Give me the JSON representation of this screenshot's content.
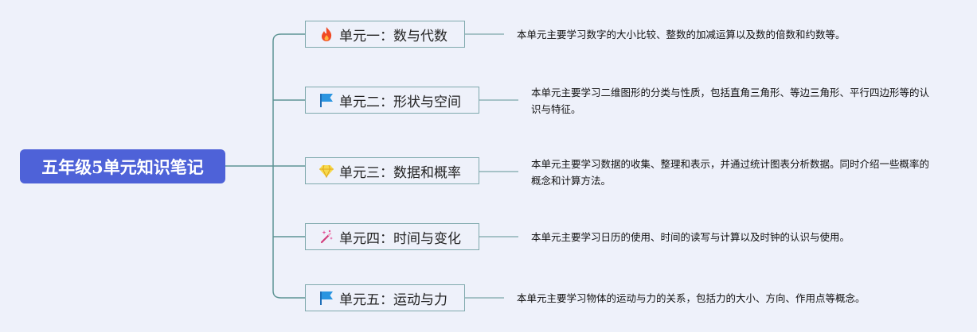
{
  "title": "五年级5单元知识笔记",
  "colors": {
    "background": "#eef1fa",
    "root_fill": "#4e62d8",
    "connector": "#5d9494",
    "branch_border": "#7fa9ad"
  },
  "branches": [
    {
      "label": "单元一：数与代数",
      "icon": "fire-icon",
      "note": "本单元主要学习数字的大小比较、整数的加减运算以及数的倍数和约数等。"
    },
    {
      "label": "单元二：形状与空间",
      "icon": "flag-icon",
      "note": "本单元主要学习二维图形的分类与性质，包括直角三角形、等边三角形、平行四边形等的认识与特征。"
    },
    {
      "label": "单元三：数据和概率",
      "icon": "gem-icon",
      "note": "本单元主要学习数据的收集、整理和表示，并通过统计图表分析数据。同时介绍一些概率的概念和计算方法。"
    },
    {
      "label": "单元四：时间与变化",
      "icon": "magic-wand-icon",
      "note": "本单元主要学习日历的使用、时间的读写与计算以及时钟的认识与使用。"
    },
    {
      "label": "单元五：运动与力",
      "icon": "flag-icon",
      "note": "本单元主要学习物体的运动与力的关系，包括力的大小、方向、作用点等概念。"
    }
  ]
}
